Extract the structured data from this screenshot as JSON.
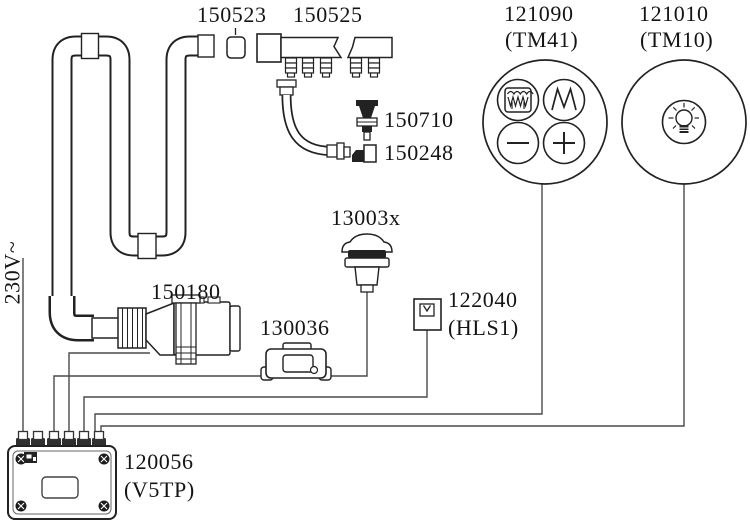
{
  "diagram": {
    "kind": "whirlpool-bath parts and wiring diagram",
    "background_color": "#ffffff",
    "line_color": "#222222",
    "wire_color": "#4a4a4a"
  },
  "labels": {
    "p150523": "150523",
    "p150525": "150525",
    "p121090": "121090",
    "p121090_name": "(TM41)",
    "p121010": "121010",
    "p121010_name": "(TM10)",
    "p150710": "150710",
    "p150248": "150248",
    "p13003x": "13003x",
    "p150180": "150180",
    "p130036": "130036",
    "p122040": "122040",
    "p122040_name": "(HLS1)",
    "p120056": "120056",
    "p120056_name": "(V5TP)",
    "power": "230V~"
  },
  "icons": {
    "tm41_buttons": [
      "jets-icon",
      "wave-icon",
      "minus-icon",
      "plus-icon"
    ],
    "tm10_button": "light-bulb-icon"
  }
}
